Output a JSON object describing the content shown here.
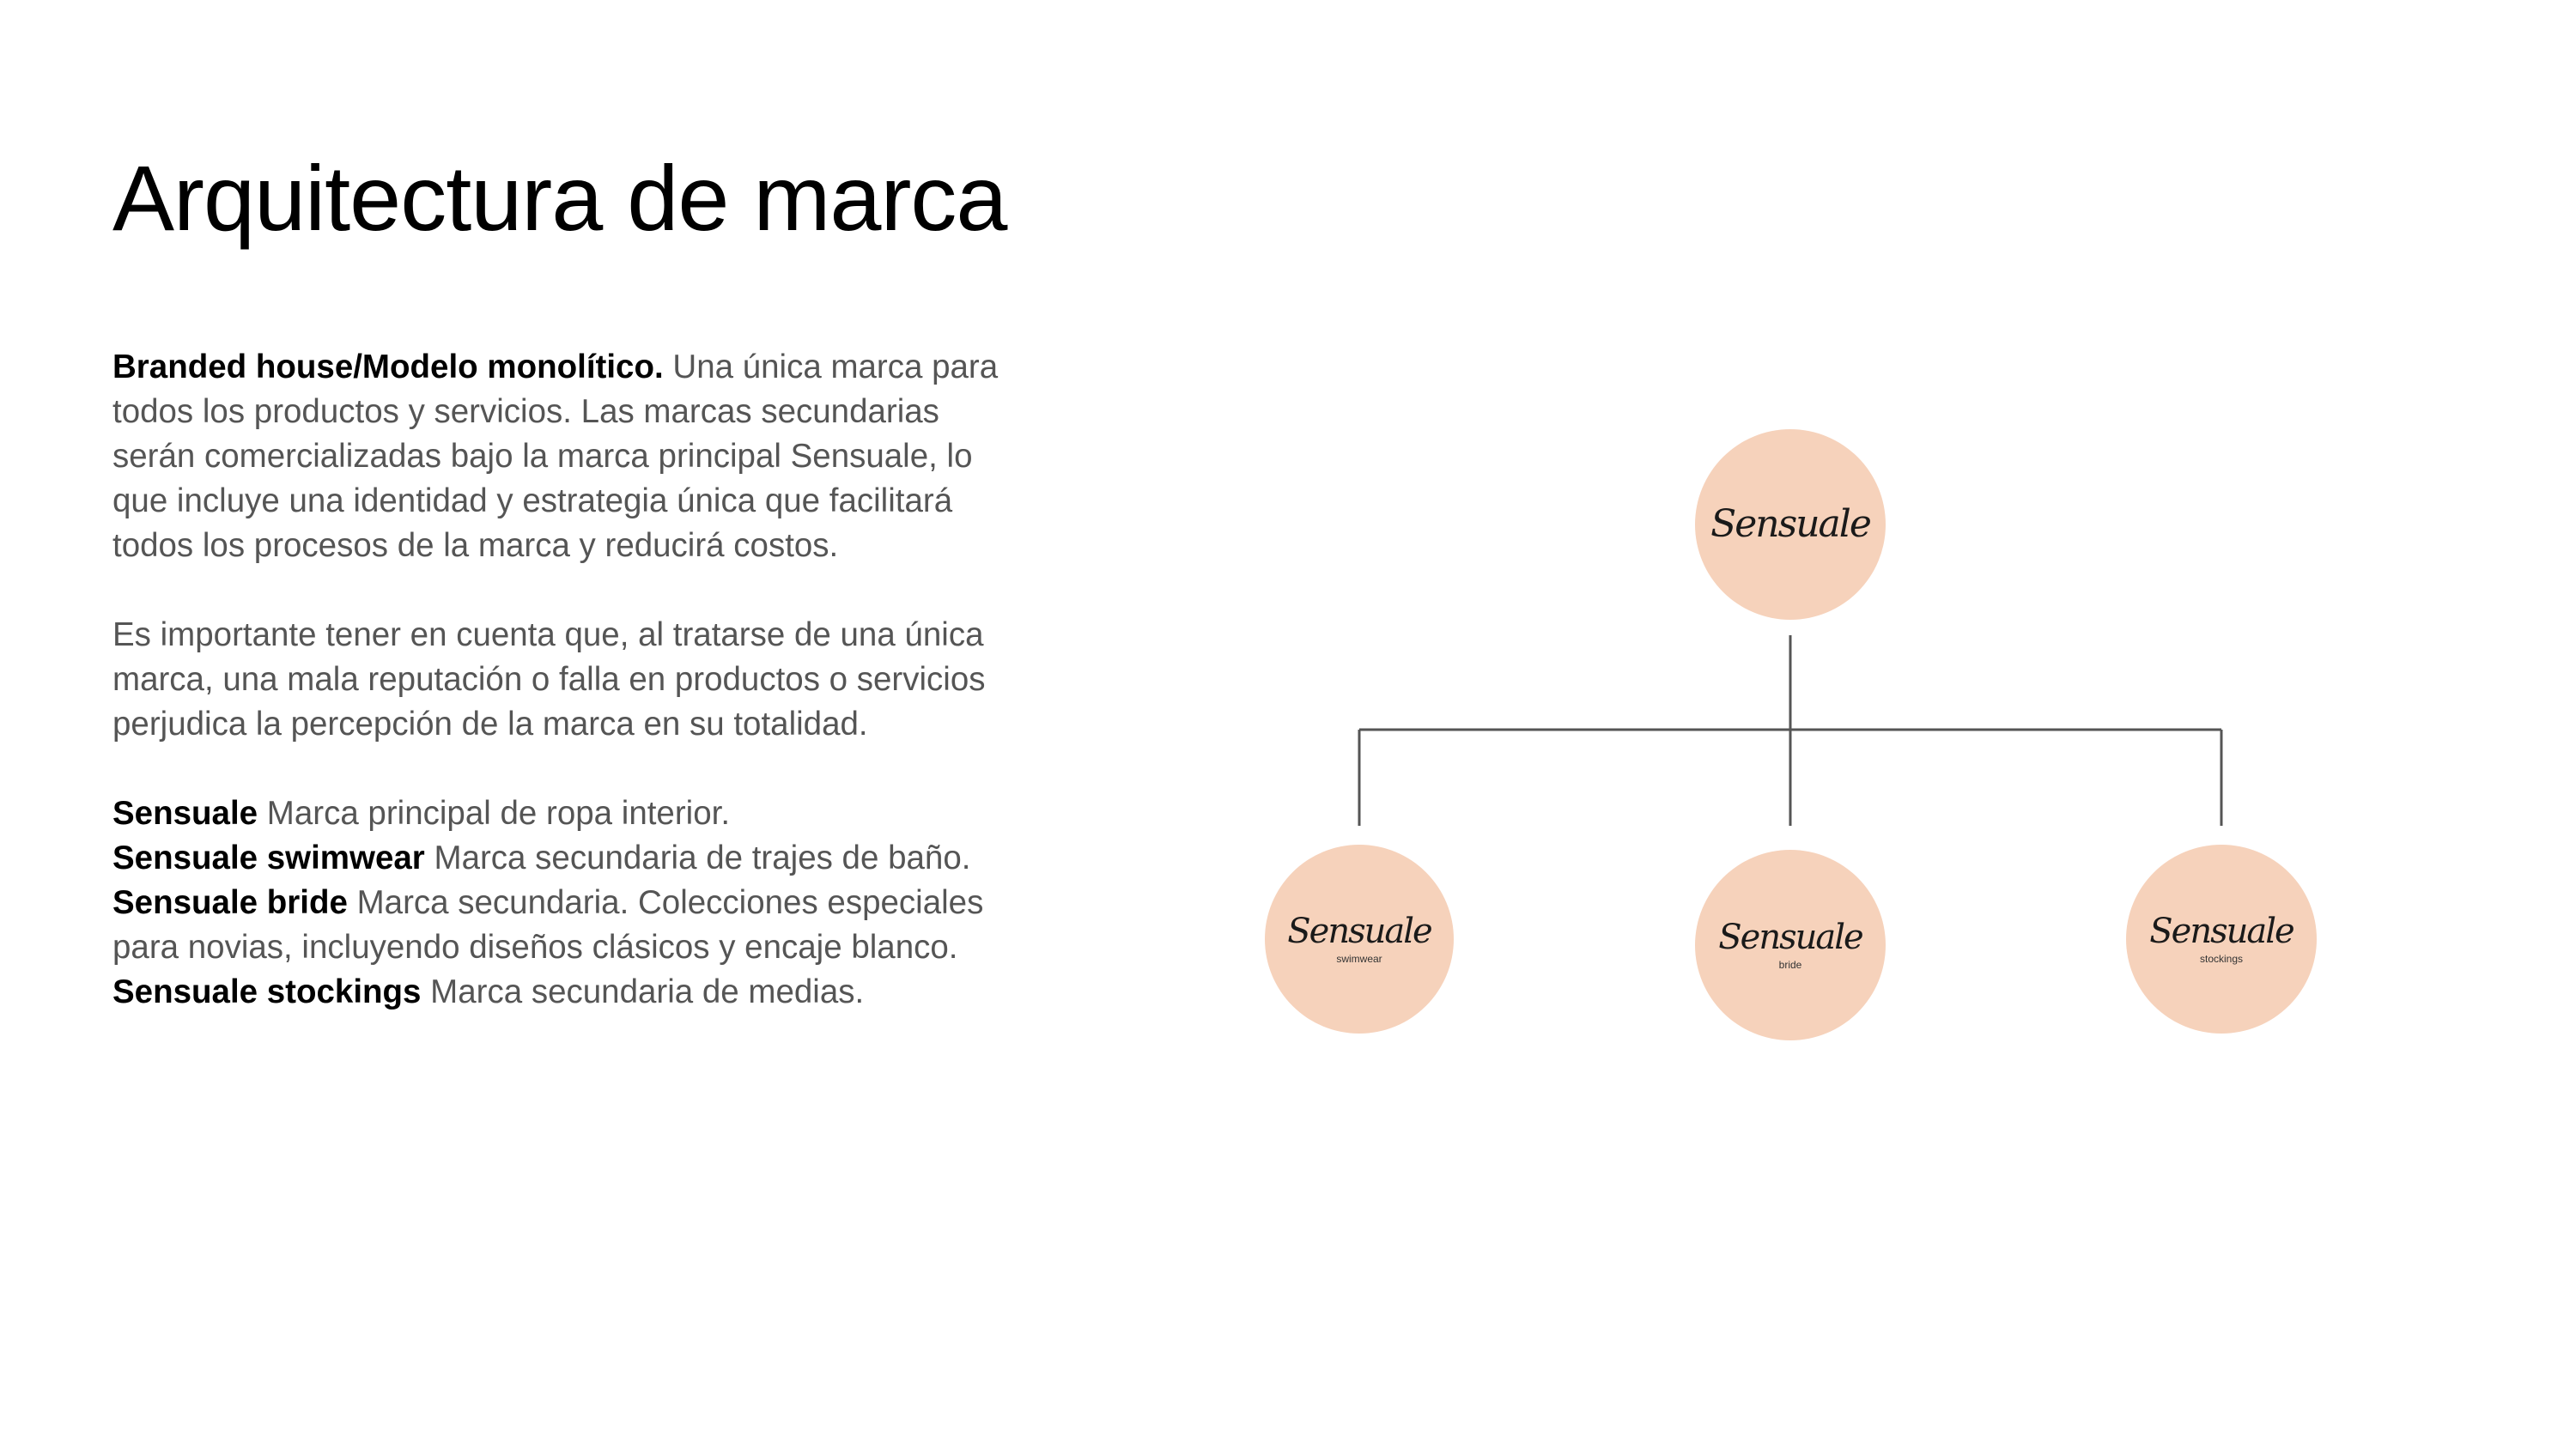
{
  "title": "Arquitectura de marca",
  "intro": {
    "lead": "Branded house/Modelo monolítico.",
    "text": " Una única marca para todos los productos y servicios. Las marcas secundarias serán comercializadas bajo la marca principal Sensuale, lo que incluye una identidad y estrategia única que facilitará todos los procesos de la marca y reducirá costos."
  },
  "note": "Es importante tener en cuenta que, al tratarse de una única marca, una mala reputación o falla en productos o servicios perjudica la percepción de la marca en su totalidad.",
  "brands": [
    {
      "name": "Sensuale",
      "desc": " Marca principal de ropa interior."
    },
    {
      "name": "Sensuale swimwear",
      "desc": " Marca secundaria de trajes de baño."
    },
    {
      "name": "Sensuale bride",
      "desc": " Marca secundaria. Colecciones especiales para novias, incluyendo diseños clásicos y encaje blanco."
    },
    {
      "name": "Sensuale stockings",
      "desc": " Marca secundaria de medias."
    }
  ],
  "diagram": {
    "root": {
      "word": "Sensuale"
    },
    "children": [
      {
        "word": "Sensuale",
        "sub": "swimwear"
      },
      {
        "word": "Sensuale",
        "sub": "bride"
      },
      {
        "word": "Sensuale",
        "sub": "stockings"
      }
    ],
    "node_color": "#f6d2bb",
    "line_color": "#555555"
  }
}
